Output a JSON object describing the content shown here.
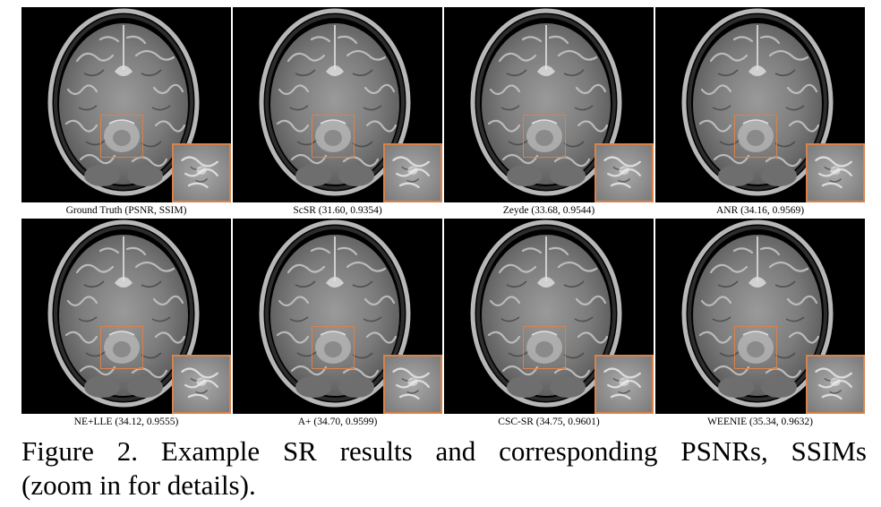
{
  "figure": {
    "caption_line1": "Figure 2. Example SR results and corresponding PSNRs, SSIMs",
    "caption_line2": "(zoom in for details).",
    "highlight_color": "#d9824a",
    "panels": [
      {
        "label": "Ground Truth (PSNR, SSIM)"
      },
      {
        "label": "ScSR (31.60, 0.9354)"
      },
      {
        "label": "Zeyde (33.68, 0.9544)"
      },
      {
        "label": "ANR (34.16, 0.9569)"
      },
      {
        "label": "NE+LLE (34.12, 0.9555)"
      },
      {
        "label": "A+ (34.70, 0.9599)"
      },
      {
        "label": "CSC-SR (34.75, 0.9601)"
      },
      {
        "label": "WEENIE (35.34, 0.9632)"
      }
    ]
  }
}
